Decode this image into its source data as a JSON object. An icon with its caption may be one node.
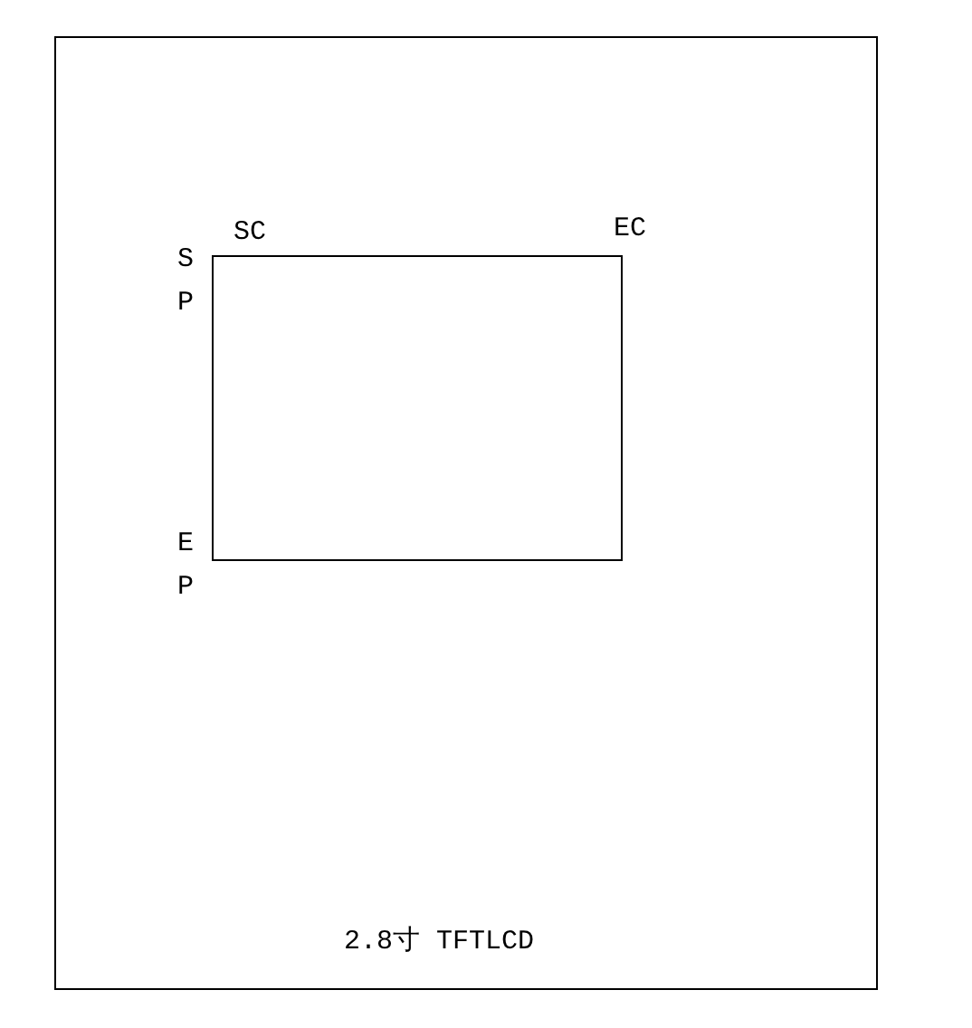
{
  "diagram": {
    "nodes": [
      {
        "text": [
          "2.8寸 TFTLCD"
        ]
      },
      {
        "text": [],
        "shape": "box",
        "in": 0,
        "beside": [
          "SC",
          "EC",
          "SP",
          "EP"
        ]
      }
    ]
  }
}
